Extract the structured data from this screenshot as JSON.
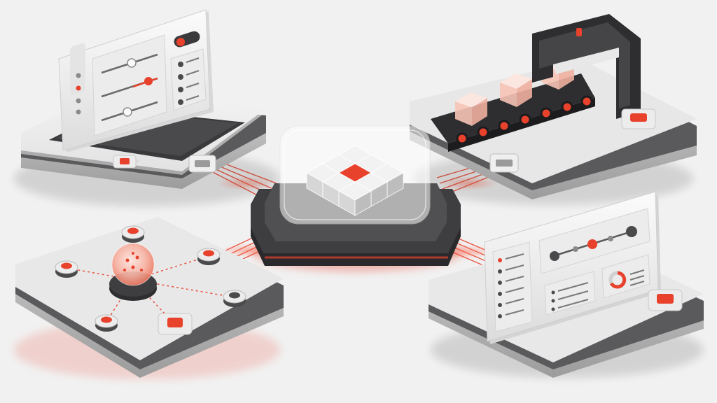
{
  "scene": {
    "background": "#f1f1f1",
    "accent": "#e8412c",
    "dark": "#3a3a3c",
    "light": "#e6e6e6"
  },
  "modules": [
    {
      "id": "settings-panel",
      "icon": "sliders-toggle-list-icon"
    },
    {
      "id": "conveyor-machine",
      "icon": "conveyor-belt-cubes-icon"
    },
    {
      "id": "hub-network",
      "icon": "network-node-sphere-icon"
    },
    {
      "id": "dashboard-panel",
      "icon": "timeline-chart-list-icon"
    },
    {
      "id": "central-core",
      "icon": "cube-grid-icon"
    }
  ],
  "central_grid": {
    "rows": 3,
    "cols": 3,
    "highlighted_cell": [
      1,
      1
    ]
  },
  "connections": [
    "settings-panel",
    "conveyor-machine",
    "hub-network",
    "dashboard-panel"
  ]
}
